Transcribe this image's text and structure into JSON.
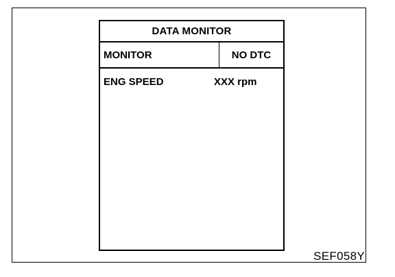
{
  "screen": {
    "title": "DATA MONITOR",
    "header": {
      "item_label": "MONITOR",
      "status_label": "NO DTC"
    },
    "rows": [
      {
        "item": "ENG SPEED",
        "value": "XXX rpm"
      }
    ]
  },
  "figure_code": "SEF058Y"
}
